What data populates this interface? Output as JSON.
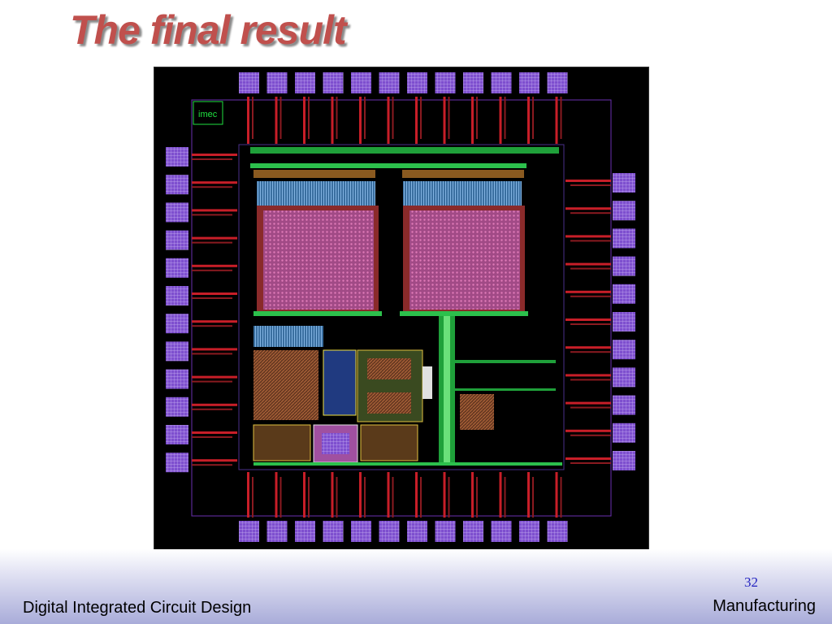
{
  "slide": {
    "title": "The final result",
    "footer_left": "Digital Integrated Circuit Design",
    "footer_right": "Manufacturing",
    "page_number": "32"
  },
  "figure": {
    "logo_text": "imec"
  },
  "colors": {
    "title": "#c0504d",
    "pad": "#8a5bd6",
    "trace": "#c81e28",
    "routing": "#20c040",
    "core": "#c0609a",
    "background": "#000000"
  }
}
